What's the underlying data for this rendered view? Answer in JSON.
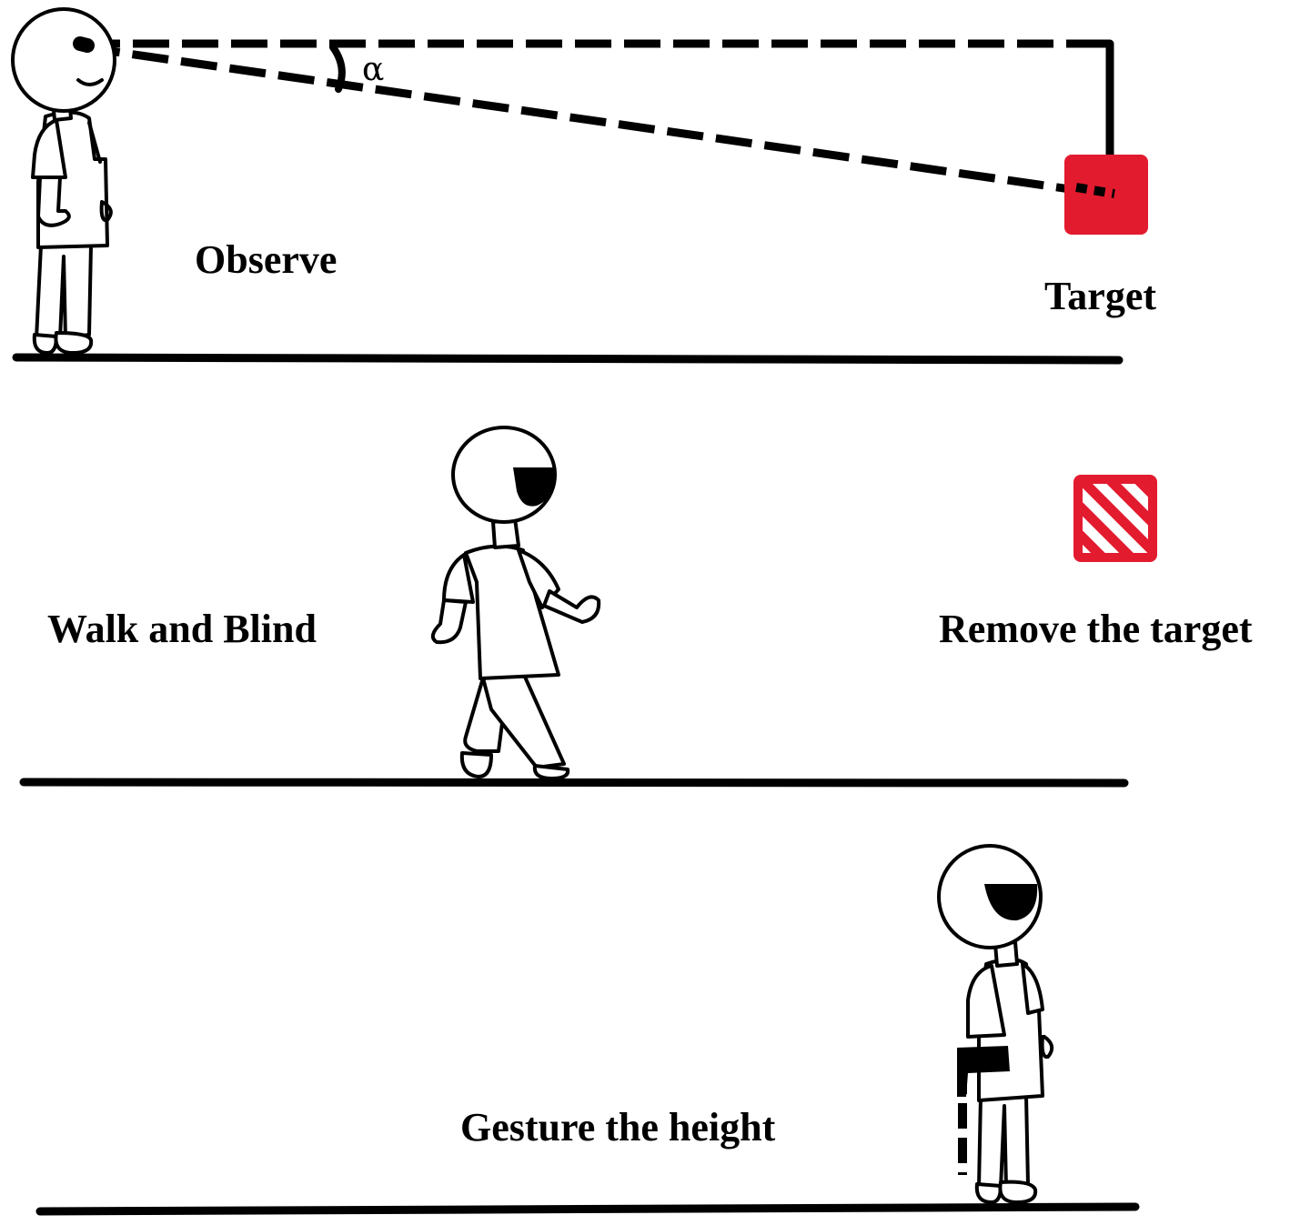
{
  "panels": [
    {
      "step_label": "Observe",
      "target_label": "Target"
    },
    {
      "step_label": "Walk and Blind",
      "target_label": "Remove the target"
    },
    {
      "step_label": "Gesture the height"
    }
  ],
  "angle_symbol": "α",
  "colors": {
    "target_red": "#e31b2f",
    "ink": "#000000",
    "background": "#ffffff"
  }
}
